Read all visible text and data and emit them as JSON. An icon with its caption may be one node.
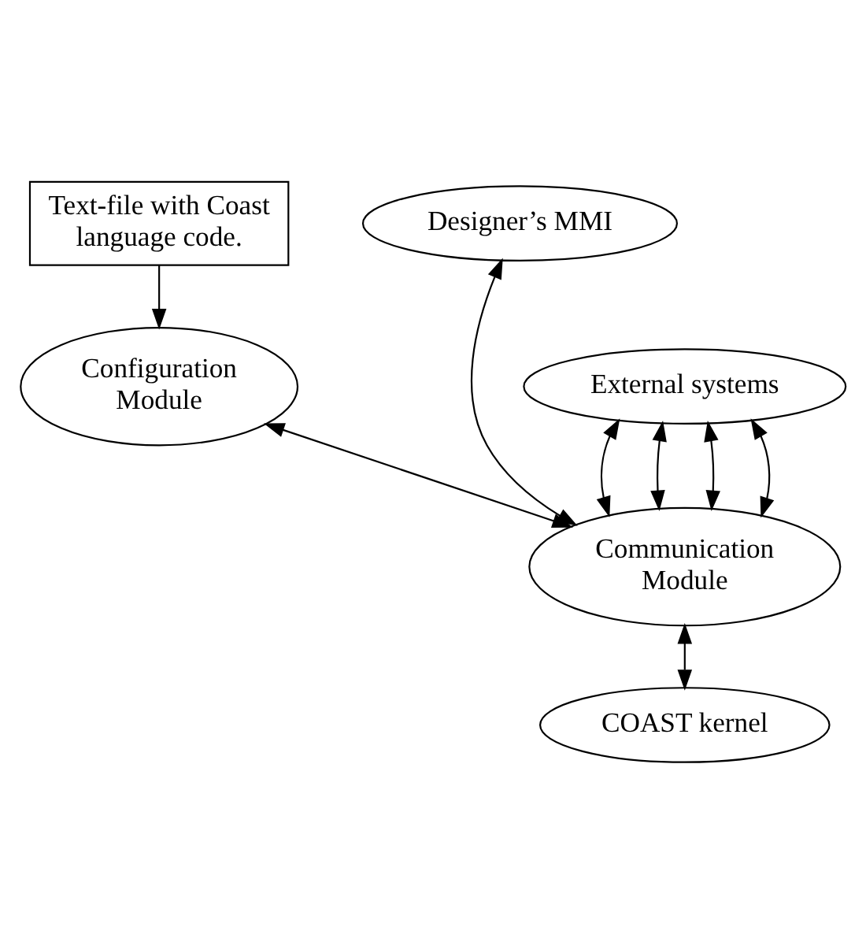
{
  "diagram": {
    "nodes": [
      {
        "text": [
          "Text-file with Coast language code."
        ]
      },
      {
        "text": [
          "Designer’s MMI"
        ]
      },
      {
        "text": [
          "Configuration Module"
        ]
      },
      {
        "text": [
          "External systems"
        ]
      },
      {
        "text": [
          "Communication Module"
        ]
      },
      {
        "text": [
          "COAST kernel"
        ]
      }
    ],
    "edges": [
      {
        "from": 0,
        "to": 2,
        "arrow": "to"
      },
      {
        "from": 2,
        "to": 4,
        "arrow": "both"
      },
      {
        "from": 4,
        "to": 1,
        "arrow": "both"
      },
      {
        "from": 4,
        "to": 3,
        "arrow": "both"
      },
      {
        "from": 4,
        "to": 3,
        "arrow": "both"
      },
      {
        "from": 4,
        "to": 3,
        "arrow": "both"
      },
      {
        "from": 4,
        "to": 3,
        "arrow": "both"
      },
      {
        "from": 4,
        "to": 5,
        "arrow": "both"
      }
    ]
  }
}
